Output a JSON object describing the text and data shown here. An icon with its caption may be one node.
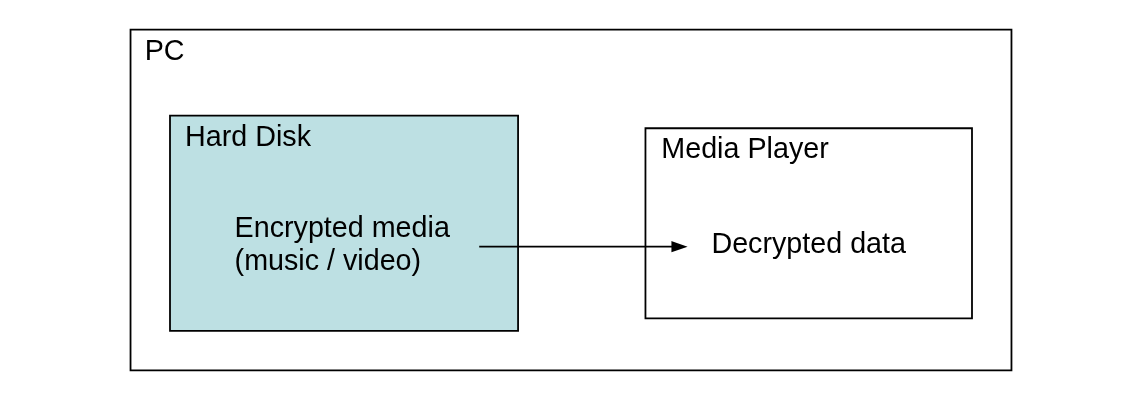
{
  "diagram": {
    "nodes": [
      {
        "text": [
          "PC"
        ]
      },
      {
        "text": [
          "Hard Disk"
        ],
        "in": 0
      },
      {
        "text": [
          "Encrypted media (music / video)"
        ],
        "in": 1
      },
      {
        "text": [
          "Media Player"
        ],
        "in": 0
      },
      {
        "text": [
          "Decrypted data"
        ],
        "in": 3
      }
    ],
    "edges": [
      {
        "from": 2,
        "to": 4,
        "arrow": "to"
      }
    ]
  }
}
